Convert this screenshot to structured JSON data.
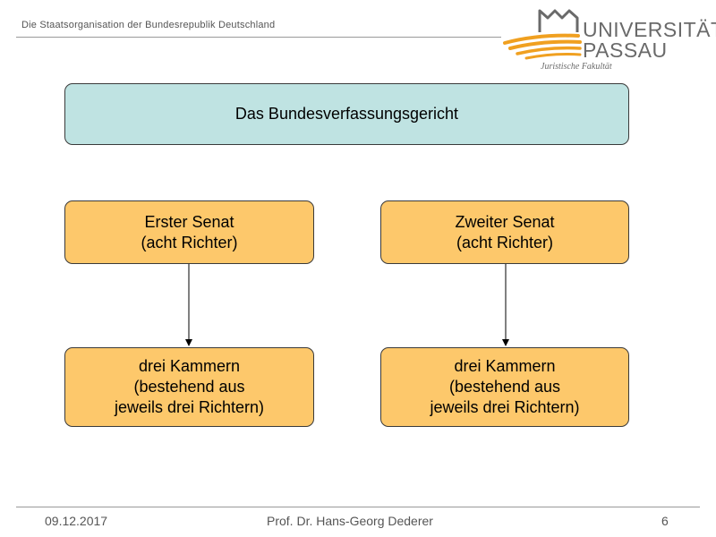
{
  "header": {
    "title": "Die Staatsorganisation der Bundesrepublik Deutschland"
  },
  "logo": {
    "name": "UNIVERSITÄT",
    "city": "PASSAU",
    "faculty": "Juristische Fakultät",
    "colors": {
      "orange": "#f0a020",
      "gray": "#6a6a6a"
    }
  },
  "diagram": {
    "root": {
      "label": "Das Bundesverfassungsgericht",
      "color": "#bfe3e2"
    },
    "senates": [
      {
        "lines": [
          "Erster Senat",
          "(acht Richter)"
        ],
        "child_lines": [
          "drei Kammern",
          "(bestehend aus",
          "jeweils drei Richtern)"
        ]
      },
      {
        "lines": [
          "Zweiter Senat",
          "(acht Richter)"
        ],
        "child_lines": [
          "drei Kammern",
          "(bestehend aus",
          "jeweils drei Richtern)"
        ]
      }
    ],
    "box_color": "#fdc86b"
  },
  "footer": {
    "date": "09.12.2017",
    "author": "Prof. Dr. Hans-Georg Dederer",
    "page": "6"
  }
}
